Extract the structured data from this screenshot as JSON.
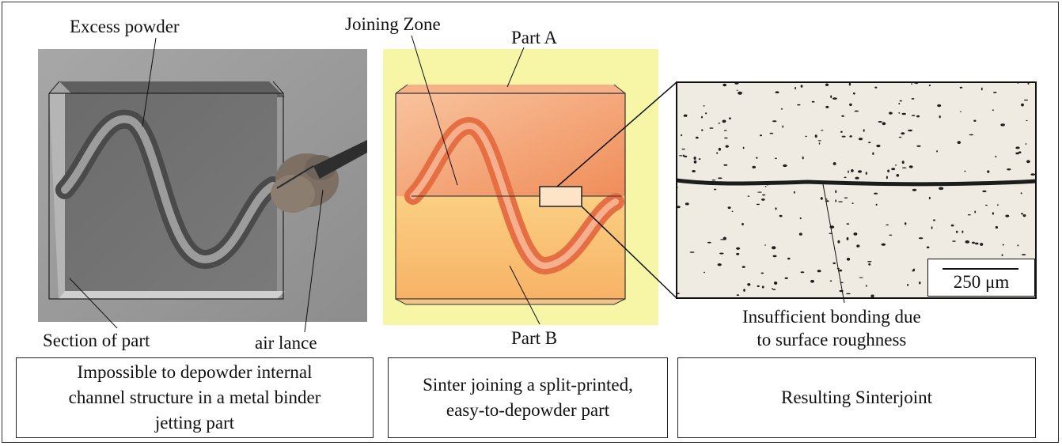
{
  "labels": {
    "excess_powder": "Excess powder",
    "section_of_part": "Section of part",
    "air_lance": "air lance",
    "joining_zone": "Joining Zone",
    "part_a": "Part A",
    "part_b": "Part B",
    "insufficient_bonding": "Insufficient bonding due\nto surface roughness",
    "scale_bar": "250 μm"
  },
  "captions": [
    "Impossible to depowder internal\nchannel structure in a metal binder\njetting part",
    "Sinter joining a split-printed,\neasy-to-depowder part",
    "Resulting Sinterjoint"
  ],
  "colors": {
    "panel1_bg": "#9a9a9a",
    "panel2_bg": "#f7f6a6",
    "part_orange": "#f4a672",
    "micrograph_bg": "#f0ebe2"
  }
}
